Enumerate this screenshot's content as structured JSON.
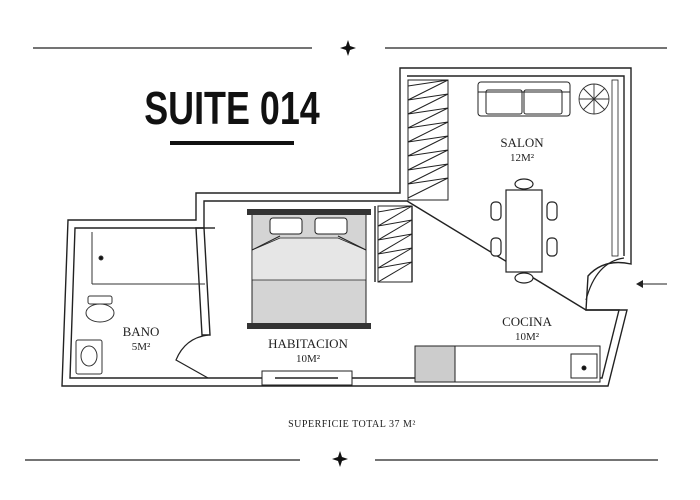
{
  "title": "SUITE 014",
  "rooms": {
    "salon": {
      "name": "SALON",
      "area": "12M²"
    },
    "cocina": {
      "name": "COCINA",
      "area": "10M²"
    },
    "habitacion": {
      "name": "HABITACION",
      "area": "10M²"
    },
    "bano": {
      "name": "BANO",
      "area": "5M²"
    }
  },
  "total_surface": "SUPERFICIE TOTAL 37 M²",
  "colors": {
    "wall": "#222222",
    "bed": "#d4d4d4",
    "accent": "#111111"
  }
}
